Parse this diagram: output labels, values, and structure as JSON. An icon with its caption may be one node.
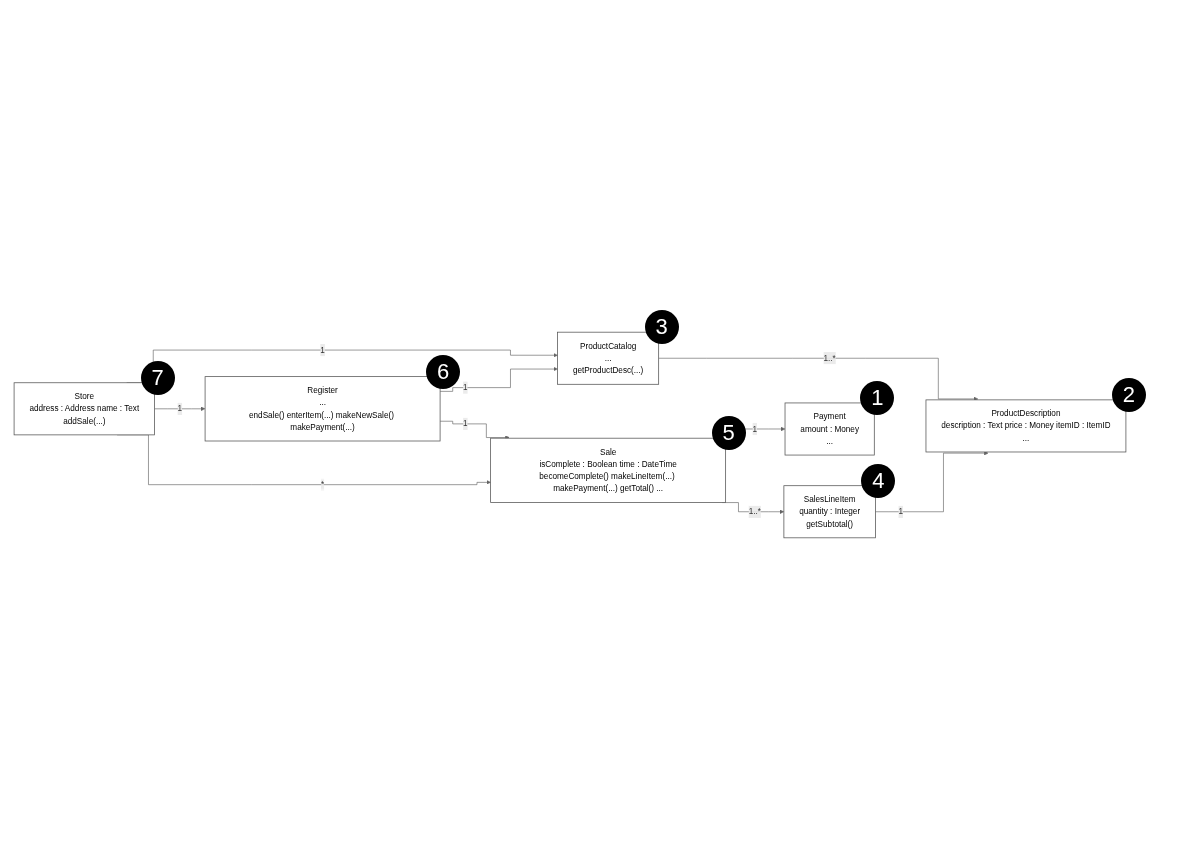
{
  "diagram": {
    "nodes": [
      {
        "text": [
          "Store",
          "address : Address name : Text",
          "addSale(...)"
        ],
        "beside": [
          "7"
        ]
      },
      {
        "text": [
          "ProductCatalog",
          "...",
          "getProductDesc(...)"
        ],
        "beside": [
          "3"
        ]
      },
      {
        "text": [
          "ProductDescription",
          "description : Text price : Money itemID : ItemID",
          "..."
        ],
        "beside": [
          "2"
        ]
      },
      {
        "text": [
          "Register",
          "...",
          "endSale() enterItem(...) makeNewSale() makePayment(...)"
        ],
        "beside": [
          "6"
        ]
      },
      {
        "text": [
          "Sale",
          "isComplete : Boolean time : DateTime",
          "becomeComplete() makeLineItem(...) makePayment(...) getTotal() ..."
        ],
        "beside": [
          "5"
        ]
      },
      {
        "text": [
          "SalesLineItem",
          "quantity : Integer",
          "getSubtotal()"
        ],
        "beside": [
          "4"
        ]
      },
      {
        "text": [
          "Payment",
          "amount : Money",
          "..."
        ],
        "beside": [
          "1"
        ]
      }
    ],
    "edges": [
      {
        "from": 0,
        "to": 1,
        "arrow": "to",
        "label": "1"
      },
      {
        "from": 0,
        "to": 3,
        "arrow": "to",
        "label": "1"
      },
      {
        "from": 3,
        "to": 1,
        "arrow": "to",
        "label": "1"
      },
      {
        "from": 1,
        "to": 2,
        "arrow": "to",
        "label": "1..*"
      },
      {
        "from": 3,
        "to": 4,
        "arrow": "to",
        "label": "1"
      },
      {
        "from": 4,
        "to": 5,
        "arrow": "to",
        "label": "1..*"
      },
      {
        "from": 5,
        "to": 2,
        "arrow": "to",
        "label": "1"
      },
      {
        "from": 0,
        "to": 4,
        "arrow": "to",
        "label": "*"
      },
      {
        "from": 4,
        "to": 6,
        "arrow": "to",
        "label": "1"
      }
    ]
  }
}
